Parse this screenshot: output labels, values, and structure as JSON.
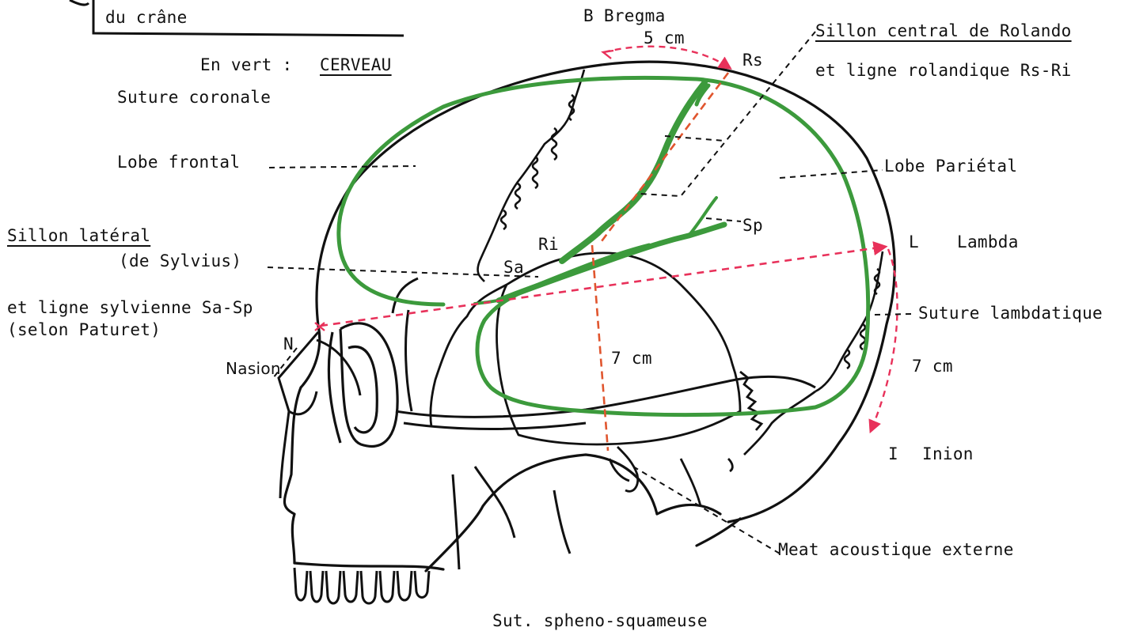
{
  "header": {
    "skull_label": "du crâne"
  },
  "legend": {
    "prefix": "En vert :",
    "term": "CERVEAU"
  },
  "labels": {
    "suture_coronale": "Suture coronale",
    "lobe_frontal": "Lobe frontal",
    "sillon_lateral": "Sillon latéral",
    "de_sylvius": "(de Sylvius)",
    "ligne_sylvienne": "et ligne sylvienne Sa-Sp",
    "selon_paturet": "(selon Paturet)",
    "n": "N",
    "nasion": "Nasion",
    "bregma": "B  Bregma",
    "five_cm": "5 cm",
    "rs": "Rs",
    "sillon_central": "Sillon central de Rolando",
    "ligne_rolandique": "et ligne rolandique Rs-Ri",
    "lobe_parietal": "Lobe Pariétal",
    "sp": "Sp",
    "ri": "Ri",
    "sa": "Sa",
    "l": "L",
    "lambda": "Lambda",
    "suture_lambdatique": "Suture lambdatique",
    "seven_cm_center": "7 cm",
    "seven_cm_right": "7 cm",
    "i": "I",
    "inion": "Inion",
    "meat": "Meat acoustique externe",
    "sut_spheno": "Sut. spheno-squameuse"
  },
  "colors": {
    "brain": "#3c9a3c",
    "measure": "#e8315a",
    "rolando_line": "#e0552e",
    "ink": "#111111"
  }
}
